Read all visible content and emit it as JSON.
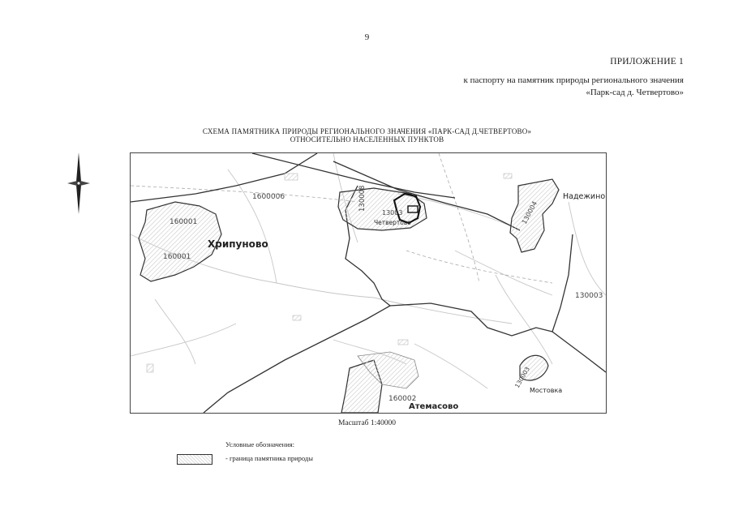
{
  "page": {
    "number": "9",
    "appendix_title": "ПРИЛОЖЕНИЕ 1",
    "appendix_subtitle": "к паспорту на памятник природы регионального значения",
    "appendix_name": "«Парк-сад д. Четвертово»"
  },
  "map": {
    "title_line1": "СХЕМА ПАМЯТНИКА ПРИРОДЫ РЕГИОНАЛЬНОГО ЗНАЧЕНИЯ «ПАРК-САД Д.ЧЕТВЕРТОВО»",
    "title_line2": "ОТНОСИТЕЛЬНО НАСЕЛЕННЫХ ПУНКТОВ",
    "settlements": {
      "khripunovo": "Хрипуново",
      "chetvertovo": "Четвертово",
      "nadezhino": "Надежино",
      "mostovka": "Мостовка",
      "atemasovo": "Атемасово"
    },
    "parcel_codes": {
      "c1600006": "1600006",
      "c160001_top": "160001",
      "c160001_bottom": "160001",
      "c130008": "130008",
      "c130003_center": "13003",
      "c130004": "130004",
      "c130003_right": "130003",
      "c160002": "160002",
      "c130003_bottom": "130003"
    },
    "scale": "Масштаб 1:40000"
  },
  "legend": {
    "title": "Условные обозначения:",
    "boundary_label": "- граница памятника природы"
  },
  "colors": {
    "boundary": "#333333",
    "road": "#b8b8b8",
    "hatch": "#cccccc",
    "park": "#111111"
  }
}
